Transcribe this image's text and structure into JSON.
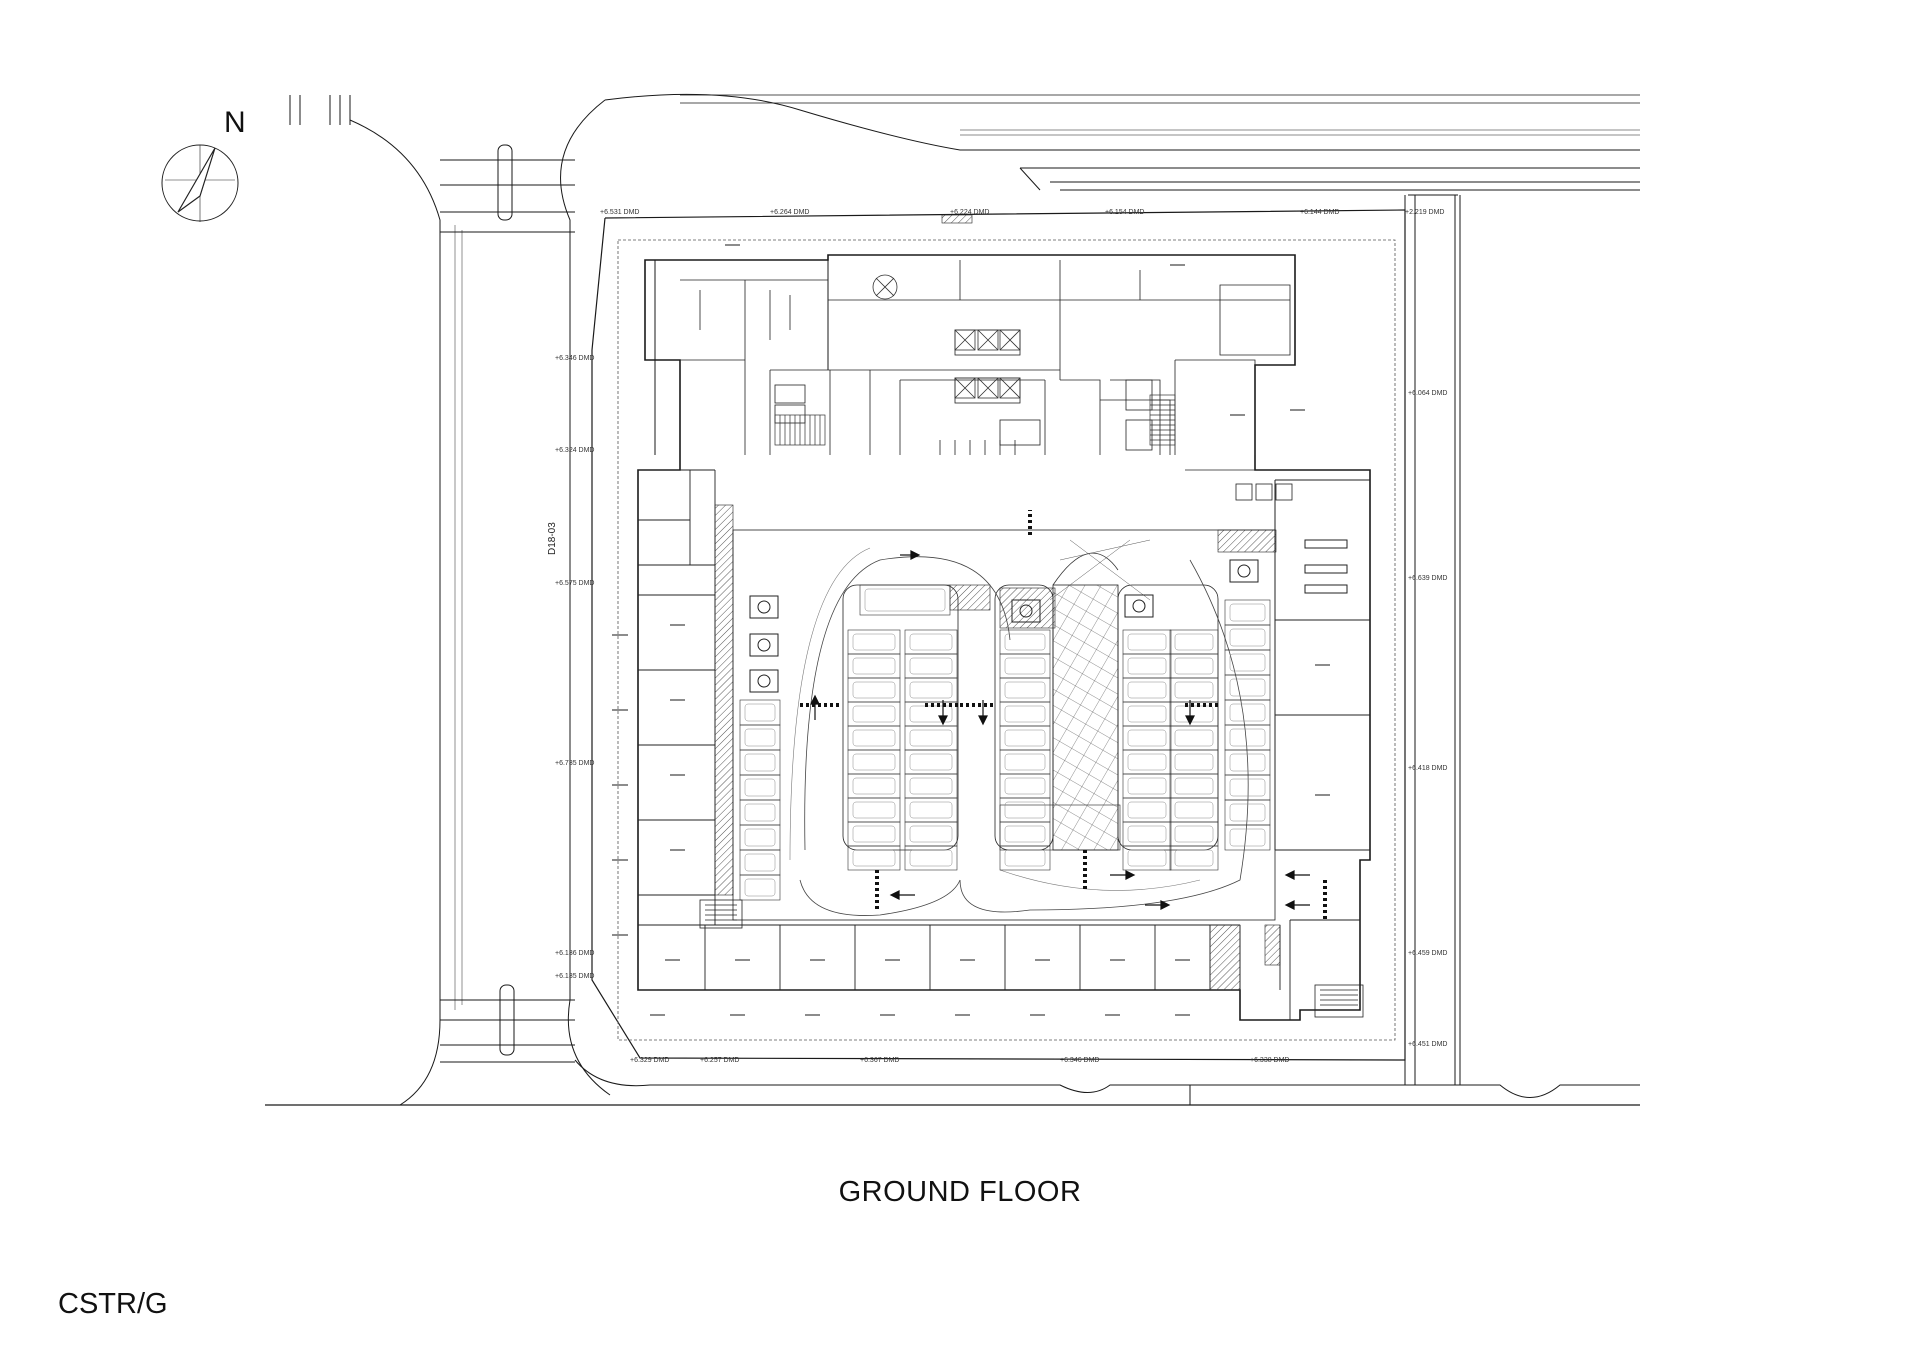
{
  "drawing": {
    "title": "GROUND FLOOR",
    "code": "CSTR/G",
    "north_label": "N",
    "grid_label": "D18-03"
  },
  "levels": {
    "top": [
      "+6.531 DMD",
      "+6.264 DMD",
      "+6.224 DMD",
      "+6.154 DMD",
      "+6.144 DMD",
      "+2.219 DMD"
    ],
    "left": [
      "+6.346 DMD",
      "+6.324 DMD",
      "+6.575 DMD",
      "+6.735 DMD",
      "+6.136 DMD",
      "+6.135 DMD"
    ],
    "right": [
      "+6.064 DMD",
      "+6.639 DMD",
      "+6.418 DMD",
      "+6.459 DMD",
      "+6.451 DMD"
    ],
    "bottom": [
      "+6.329 DMD",
      "+6.257 DMD",
      "+6.367 DMD",
      "+6.346 DMD",
      "+6.338 DMD"
    ]
  },
  "icons": [
    "north-arrow-icon",
    "disabled-parking-icon",
    "stair-icon",
    "elevator-icon"
  ],
  "colors": {
    "line": "#1a1a1a",
    "hatch": "#666666",
    "light": "#9a9a9a"
  }
}
